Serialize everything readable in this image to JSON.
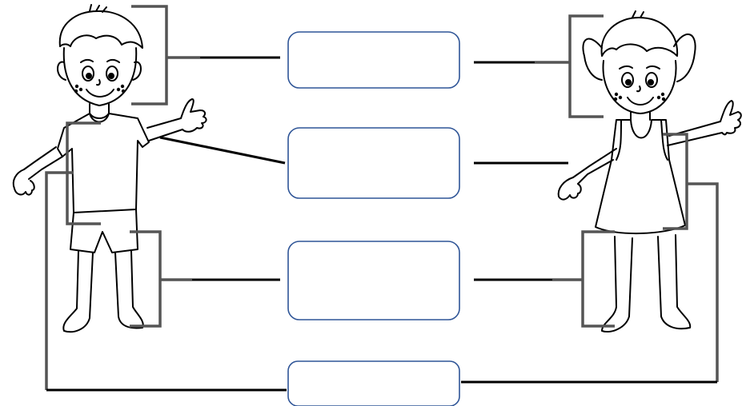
{
  "diagram": {
    "figures": [
      {
        "id": "boy",
        "icon": "boy-outline-drawing"
      },
      {
        "id": "girl",
        "icon": "girl-outline-drawing"
      }
    ],
    "label_boxes": [
      {
        "id": "head",
        "text": ""
      },
      {
        "id": "body",
        "text": ""
      },
      {
        "id": "legs",
        "text": ""
      },
      {
        "id": "whole",
        "text": ""
      }
    ],
    "colors": {
      "box_border": "#2f5597",
      "bracket": "#555555",
      "line": "#000000",
      "drawing": "#000000"
    }
  }
}
